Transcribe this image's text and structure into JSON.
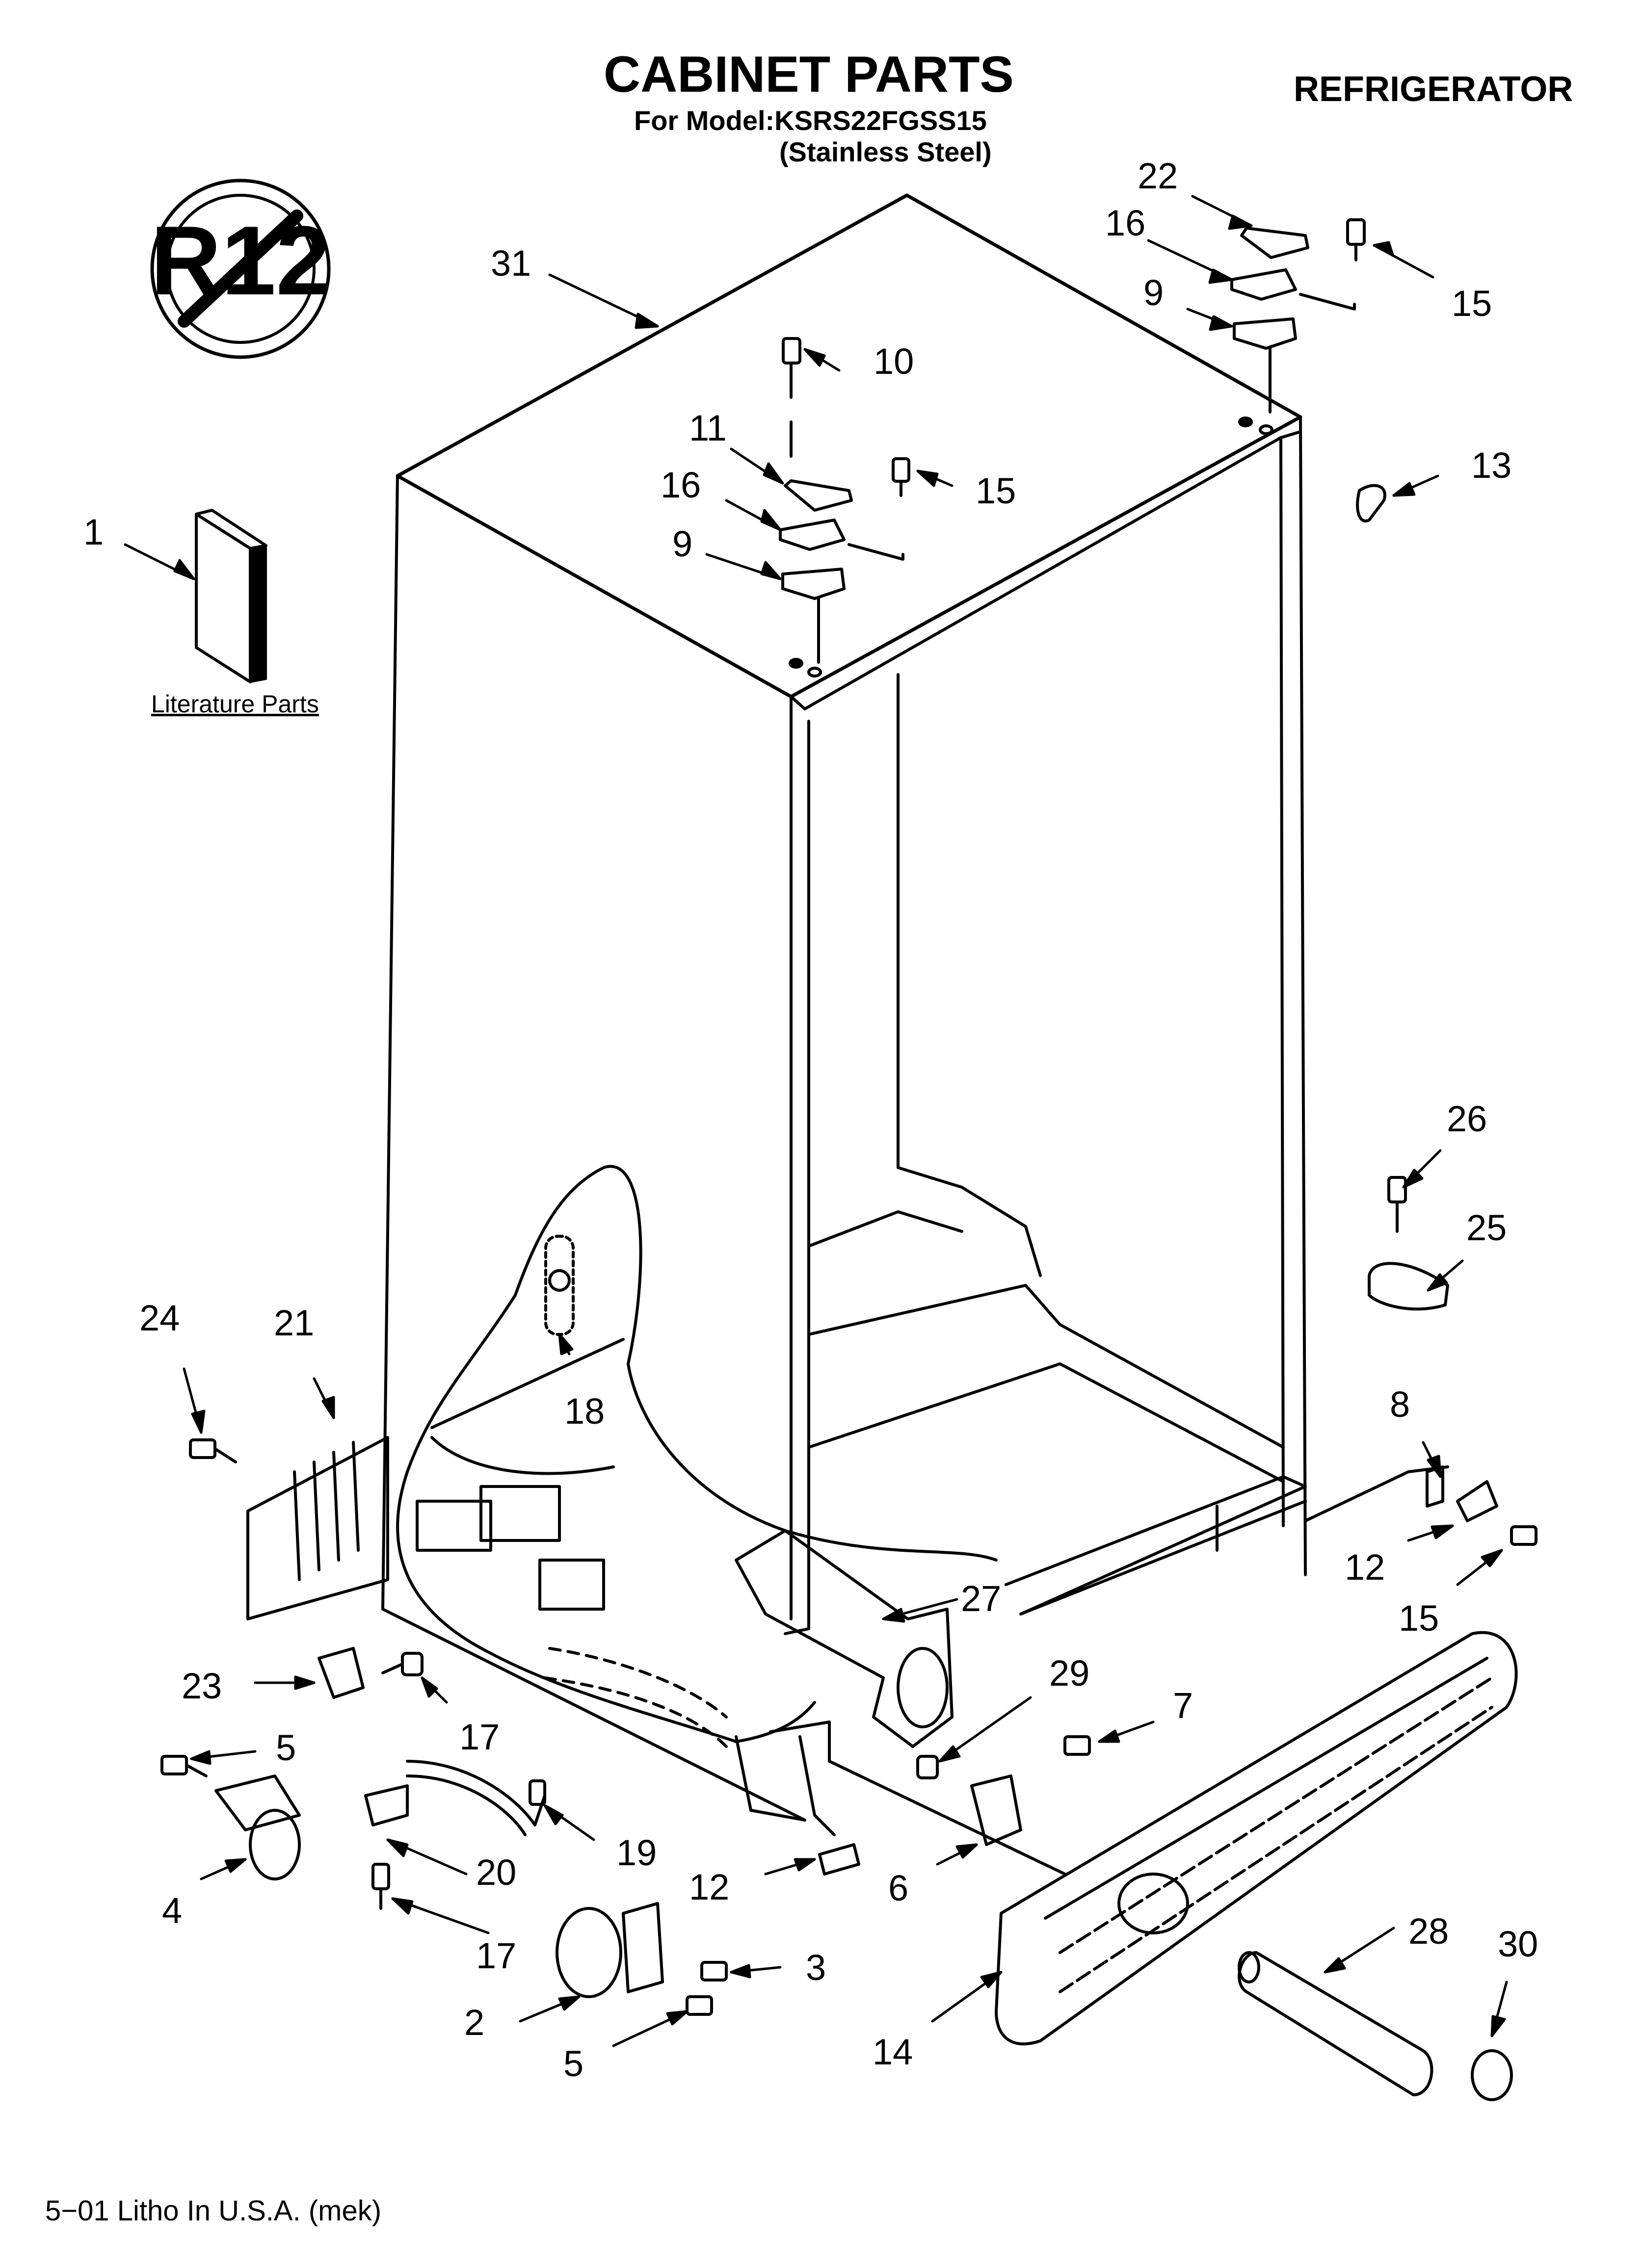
{
  "header": {
    "title": "CABINET PARTS",
    "model": "For Model:KSRS22FGSS15",
    "variant": "(Stainless Steel)",
    "appliance": "REFRIGERATOR"
  },
  "badge": {
    "text": "R12",
    "icon": "no-r12-prohibition-icon"
  },
  "literature_label": "Literature Parts",
  "footer": "5−01 Litho In U.S.A. (mek)",
  "callouts": [
    "31",
    "22",
    "16",
    "9",
    "15",
    "10",
    "11",
    "16",
    "15",
    "9",
    "13",
    "1",
    "26",
    "25",
    "24",
    "21",
    "18",
    "8",
    "12",
    "15",
    "27",
    "23",
    "17",
    "29",
    "7",
    "5",
    "4",
    "20",
    "19",
    "12",
    "6",
    "17",
    "3",
    "2",
    "5",
    "28",
    "30",
    "14"
  ]
}
